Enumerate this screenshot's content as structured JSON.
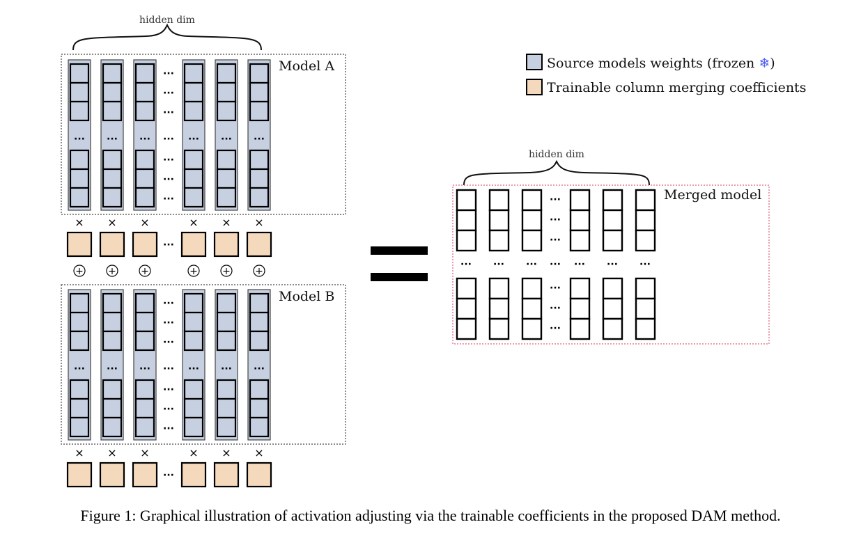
{
  "diagram": {
    "model_a": {
      "label": "Model A",
      "hidden_dim_label": "hidden dim"
    },
    "model_b": {
      "label": "Model B"
    },
    "merged": {
      "label": "Merged model",
      "hidden_dim_label": "hidden dim"
    },
    "legend": {
      "source": {
        "text": "Source models weights (frozen ",
        "suffix": ")",
        "icon": "snowflake-icon",
        "color": "#c7d0e1"
      },
      "trainable": {
        "text": "Trainable column merging coefficients",
        "color": "#f5d9bc"
      }
    },
    "symbols": {
      "times": "×",
      "plus": "+",
      "ellipsis": "···",
      "equals": "="
    },
    "colors": {
      "frozen": "#c7d0e1",
      "trainable": "#f5d9bc",
      "merged_border": "#e0607a",
      "snowflake": "#4a5cf0"
    }
  },
  "caption": "Figure 1: Graphical illustration of activation adjusting via the trainable coefficients in the proposed DAM method."
}
